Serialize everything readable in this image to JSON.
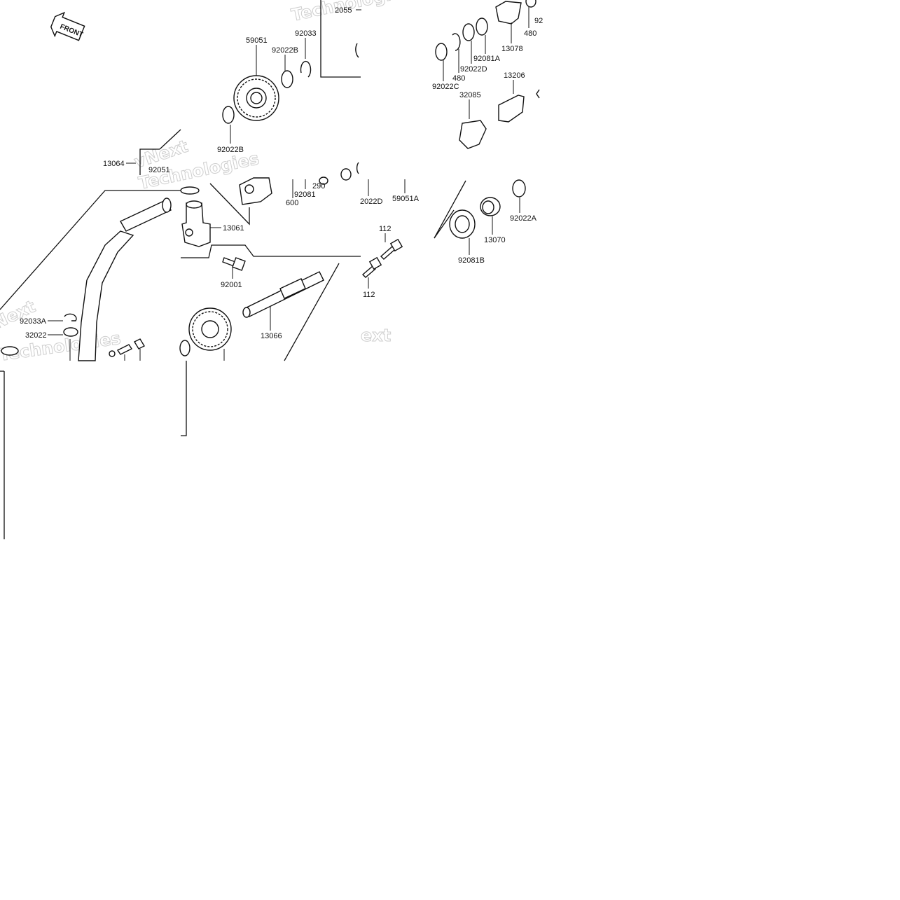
{
  "diagram": {
    "front_badge": "FRONT",
    "watermark_lines": [
      "Technologies",
      "vNext",
      "Technologies",
      "Next",
      "ext",
      "Technologies"
    ],
    "part_labels": {
      "p59051": "59051",
      "p92022B_top": "92022B",
      "p92033": "92033",
      "p92022B_left": "92022B",
      "p2055": "2055",
      "p13064": "13064",
      "p92051": "92051",
      "p600": "600",
      "p92081": "92081",
      "p290": "290",
      "p2022D": "2022D",
      "p59051A": "59051A",
      "p480_top": "480",
      "p92_top": "92",
      "p13078": "13078",
      "p92081A": "92081A",
      "p92022D": "92022D",
      "p480_mid": "480",
      "p92022C": "92022C",
      "p13206": "13206",
      "p32085": "32085",
      "p92022A": "92022A",
      "p13070": "13070",
      "p92081B": "92081B",
      "p13061": "13061",
      "p92001": "92001",
      "p112_top": "112",
      "p112_bot": "112",
      "p13066": "13066",
      "p92033A": "92033A",
      "p32022": "32022"
    }
  }
}
